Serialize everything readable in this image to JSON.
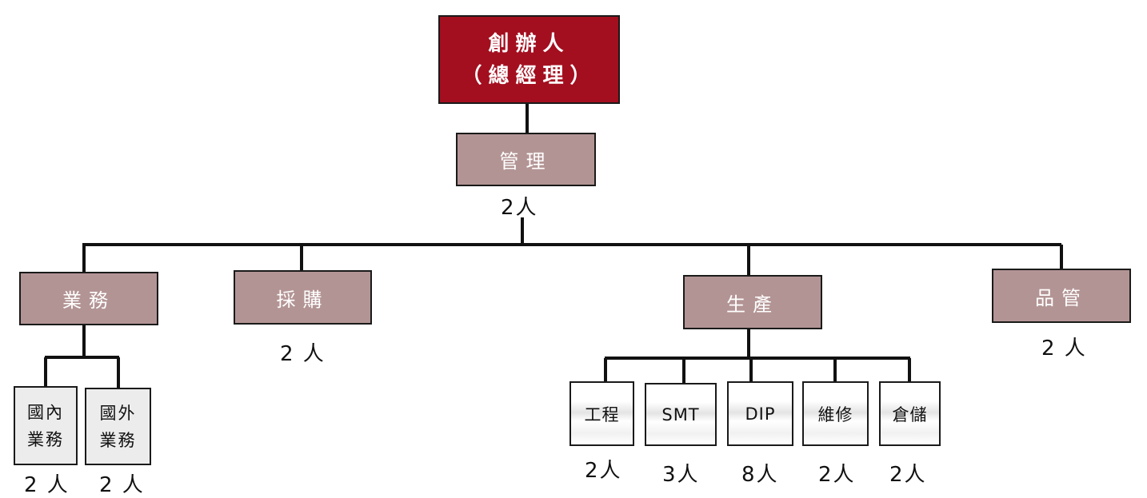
{
  "org": {
    "top": "創辦人\n（總經理）",
    "admin": {
      "label": "管理",
      "count": "2人"
    },
    "sales": {
      "label": "業務"
    },
    "domestic": {
      "label": "國內\n業務",
      "count": "2 人"
    },
    "overseas": {
      "label": "國外\n業務",
      "count": "2 人"
    },
    "purchasing": {
      "label": "採購",
      "count": "2 人"
    },
    "production": {
      "label": "生產"
    },
    "engineering": {
      "label": "工程",
      "count": "2人"
    },
    "smt": {
      "label": "SMT",
      "count": "3人"
    },
    "dip": {
      "label": "DIP",
      "count": "8人"
    },
    "repair": {
      "label": "維修",
      "count": "2人"
    },
    "warehouse": {
      "label": "倉儲",
      "count": "2人"
    },
    "qc": {
      "label": "品管",
      "count": "2 人"
    }
  },
  "colors": {
    "top": "#a30f1f",
    "dept": "#b39494",
    "line": "#111111"
  }
}
